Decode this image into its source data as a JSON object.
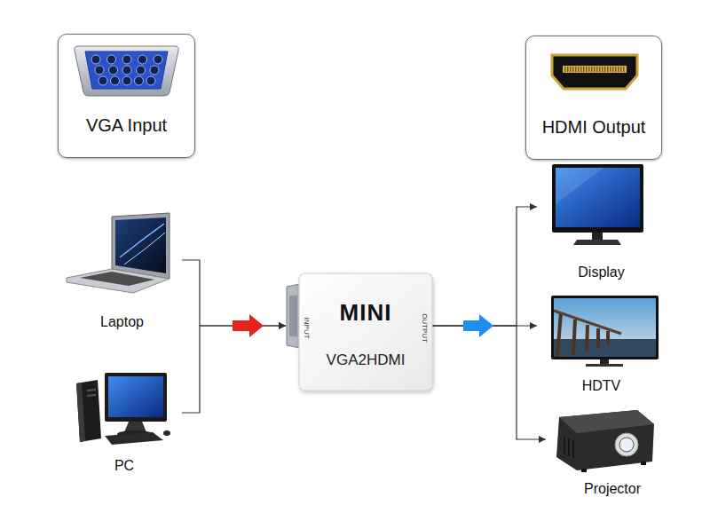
{
  "diagram": {
    "nodes": [
      {
        "text": [
          "VGA Input"
        ]
      },
      {
        "text": [
          "HDMI Output"
        ]
      },
      {
        "text": [
          "Laptop"
        ]
      },
      {
        "text": [
          "PC"
        ]
      },
      {
        "text": [
          "MINI",
          "VGA2HDMI",
          "INPUT",
          "OUTPUT"
        ]
      },
      {
        "text": [
          "Display"
        ]
      },
      {
        "text": [
          "HDTV"
        ]
      },
      {
        "text": [
          "Projector"
        ]
      }
    ],
    "edges": [
      {
        "from": 2,
        "to": 4,
        "arrow": "to"
      },
      {
        "from": 3,
        "to": 4,
        "arrow": "to"
      },
      {
        "from": 4,
        "to": 5,
        "arrow": "to"
      },
      {
        "from": 4,
        "to": 6,
        "arrow": "to"
      },
      {
        "from": 4,
        "to": 7,
        "arrow": "to"
      }
    ]
  }
}
